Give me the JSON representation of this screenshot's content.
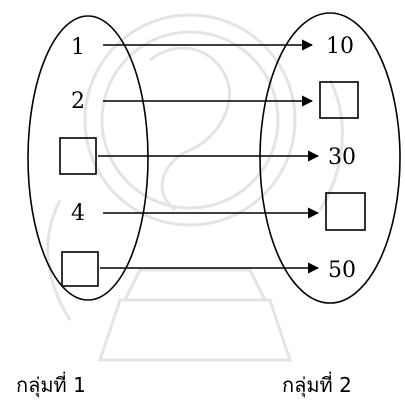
{
  "group1": {
    "caption": "กลุ่มที่ 1",
    "items": [
      "1",
      "2",
      "",
      "4",
      ""
    ]
  },
  "group2": {
    "caption": "กลุ่มที่ 2",
    "items": [
      "10",
      "",
      "30",
      "",
      "50"
    ]
  },
  "colors": {
    "stroke": "#000000",
    "background": "#ffffff",
    "watermark": "#e4e4e4"
  },
  "icons": {
    "blank": "empty-square",
    "mapping": "arrow-right"
  }
}
